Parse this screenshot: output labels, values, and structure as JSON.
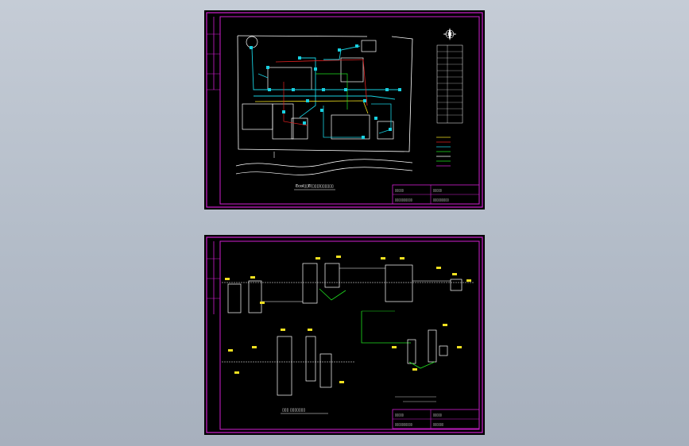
{
  "sheets": [
    {
      "id": "top",
      "drawing_title": "Ecol▯▯E(▯▯▯)▯▯▯▯▯▯",
      "title_block": {
        "cells": [
          "▯▯▯▯▯",
          "▯▯▯▯▯",
          "▯▯▯▯▯▯▯▯▯▯",
          "▯▯▯▯▯▯▯▯▯"
        ]
      }
    },
    {
      "id": "bottom",
      "drawing_title": "▯▯▯ ▯▯▯▯▯▯▯",
      "title_block": {
        "cells": [
          "▯▯▯▯▯",
          "▯▯▯▯▯",
          "▯▯▯▯▯▯▯▯▯▯",
          "▯▯▯▯▯▯"
        ]
      }
    }
  ],
  "colors": {
    "background": "#b3bcc8",
    "sheet": "#000000",
    "frame": "#d020d0",
    "cad_white": "#ffffff",
    "cad_cyan": "#18d0e0",
    "cad_yellow": "#f0e020",
    "cad_green": "#20e020",
    "cad_red": "#e02020"
  }
}
